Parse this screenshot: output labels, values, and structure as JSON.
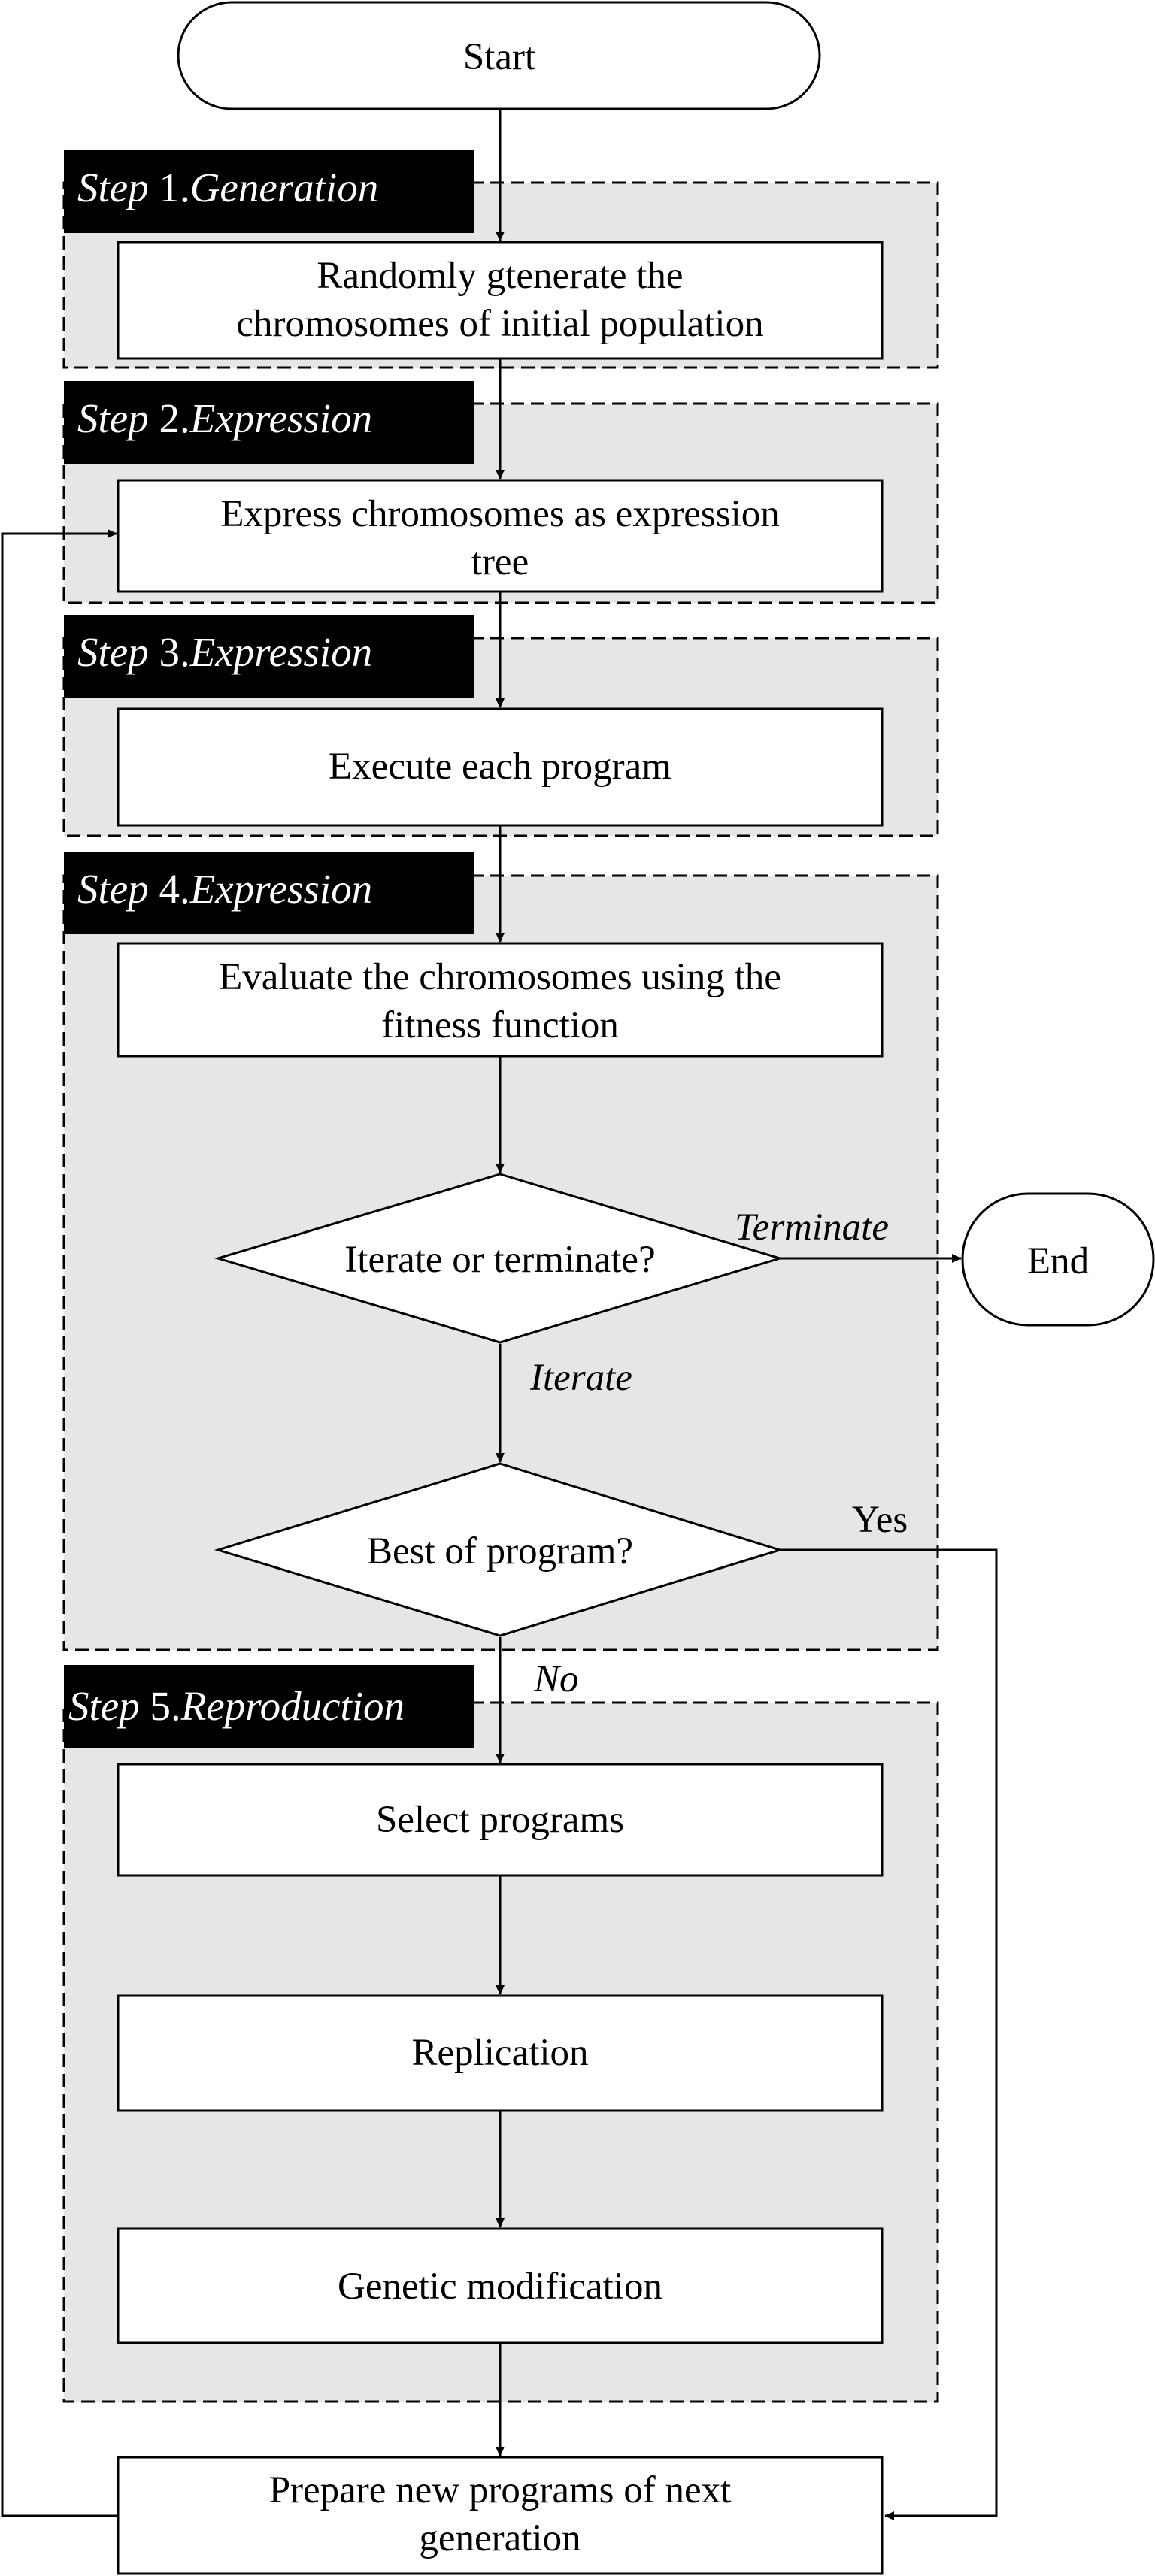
{
  "start": {
    "label": "Start"
  },
  "end": {
    "label": "End"
  },
  "steps": [
    {
      "number": "Step",
      "index": "1.",
      "name": "Generation"
    },
    {
      "number": "Step",
      "index": "2.",
      "name": "Expression"
    },
    {
      "number": "Step",
      "index": "3.",
      "name": "Expression"
    },
    {
      "number": "Step",
      "index": "4.",
      "name": "Expression"
    },
    {
      "number": "Step",
      "index": "5.",
      "name": "Reproduction"
    }
  ],
  "processes": {
    "generate": [
      "Randomly gtenerate the",
      "chromosomes of initial population"
    ],
    "express": [
      "Express chromosomes as expression",
      "tree"
    ],
    "execute": [
      "Execute each program"
    ],
    "evaluate": [
      "Evaluate the chromosomes using the",
      "fitness function"
    ],
    "select": [
      "Select programs"
    ],
    "replication": [
      "Replication"
    ],
    "genetic": [
      "Genetic modification"
    ],
    "prepare": [
      "Prepare new programs of next",
      "generation"
    ]
  },
  "decisions": {
    "iterate": "Iterate or terminate?",
    "best": "Best of program?"
  },
  "edge_labels": {
    "terminate": "Terminate",
    "iterate": "Iterate",
    "yes": "Yes",
    "no": "No"
  },
  "colors": {
    "group_fill": "#e6e6e6",
    "step_label_fill": "#000000",
    "stroke": "#000000"
  }
}
